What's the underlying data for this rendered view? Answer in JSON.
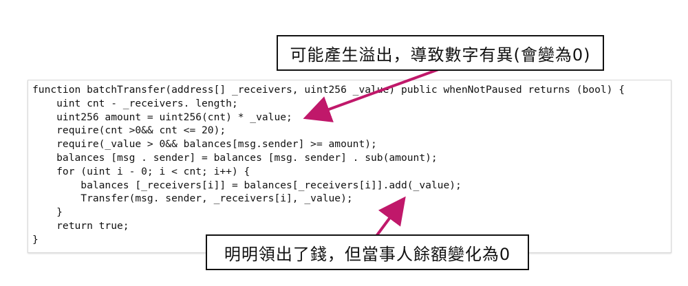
{
  "code": {
    "lines": [
      "function batchTransfer(address[] _receivers, uint256 _value) public whenNotPaused returns (bool) {",
      "    uint cnt - _receivers. length;",
      "    uint256 amount = uint256(cnt) * _value;",
      "    require(cnt >0&& cnt <= 20);",
      "    require(_value > 0&& balances[msg.sender] >= amount);",
      "    balances [msg . sender] = balances [msg. sender] . sub(amount);",
      "    for (uint i - 0; i < cnt; i++) {",
      "        balances [_receivers[i]] = balances[_receivers[i]].add(_value);",
      "        Transfer(msg. sender, _receivers[i], _value);",
      "    }",
      "    return true;",
      "}"
    ]
  },
  "callouts": {
    "overflow": "可能產生溢出，導致數字有異(會變為0)",
    "balance_zero": "明明領出了錢，但當事人餘額變化為0"
  },
  "colors": {
    "arrow": "#c0186a",
    "border": "#111111",
    "background": "#ffffff"
  }
}
